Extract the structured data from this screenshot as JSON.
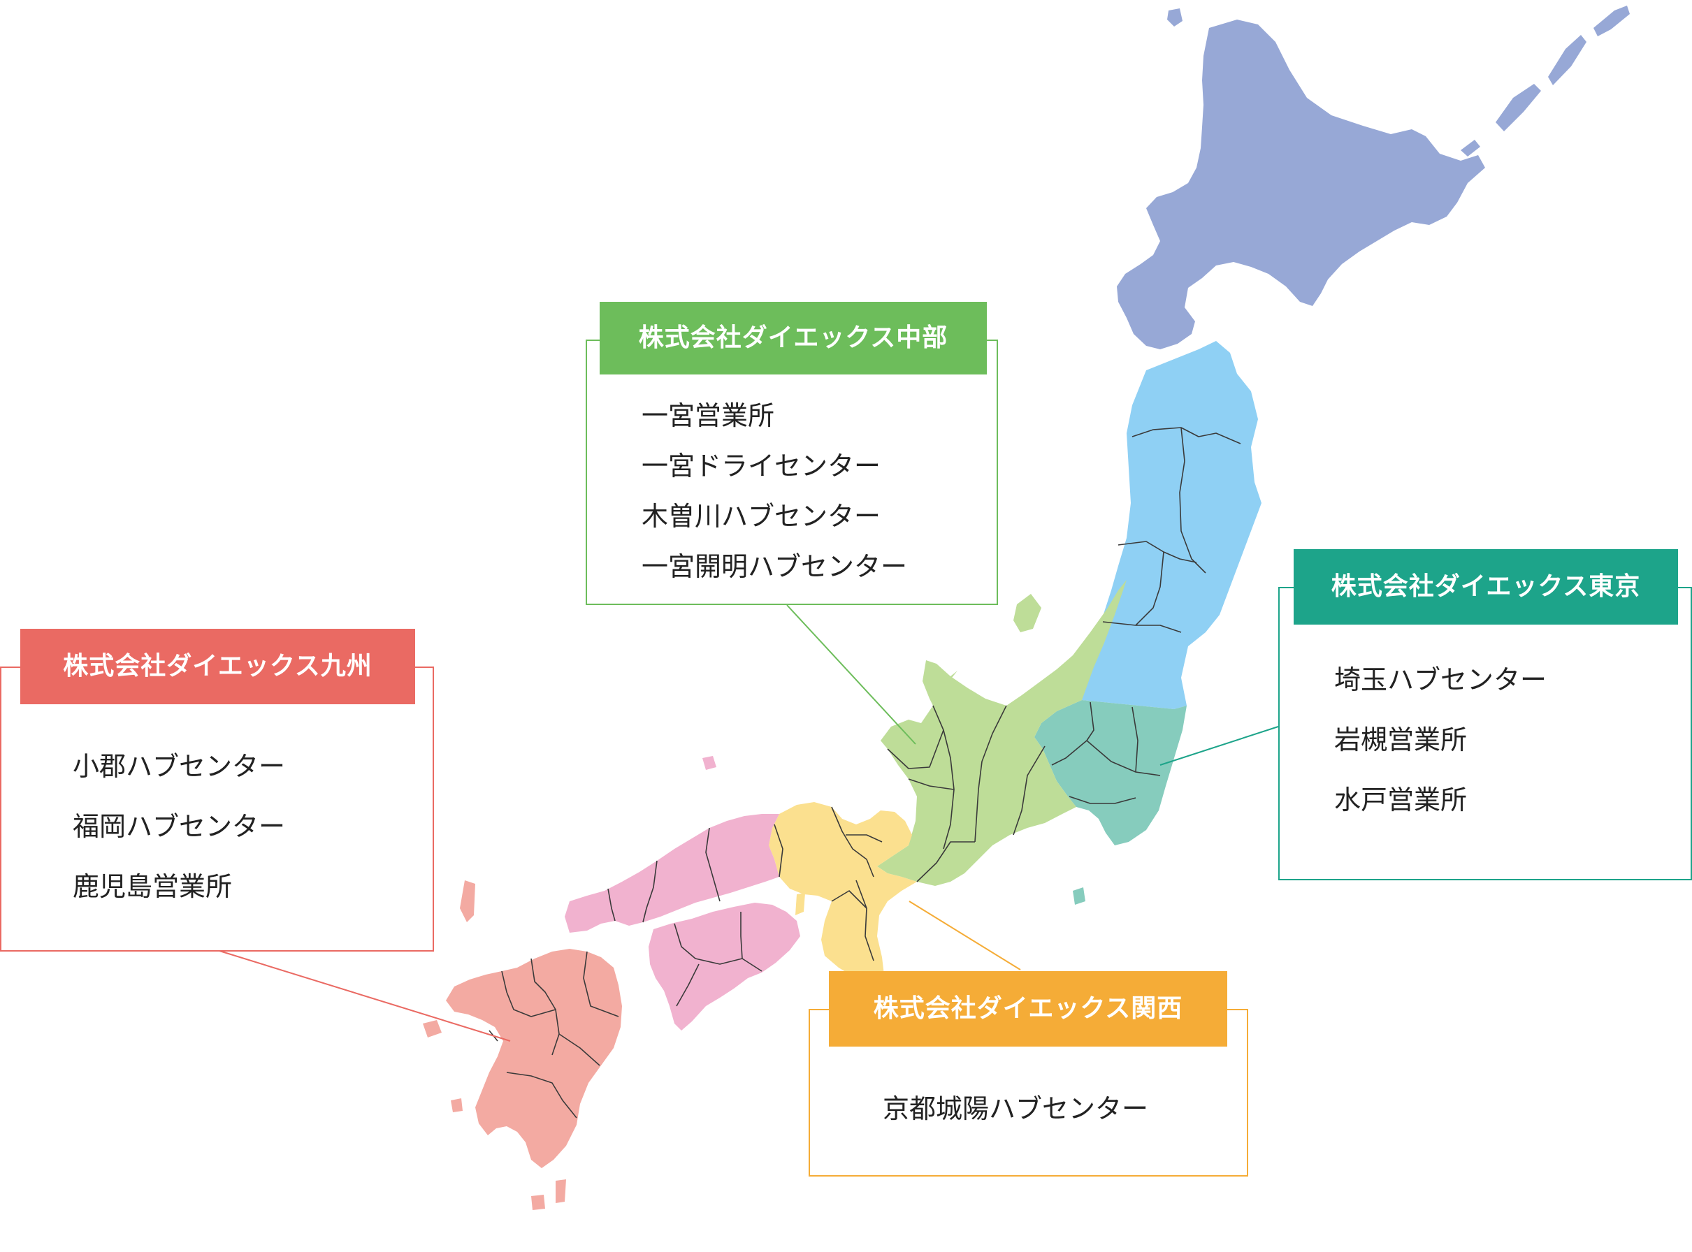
{
  "colors": {
    "hokkaido": "#97a8d6",
    "tohoku": "#8fd0f4",
    "kanto": "#86ccbd",
    "chubu": "#bedd98",
    "kansai": "#fbe08f",
    "chugoku_shikoku": "#f1b2cf",
    "kyushu": "#f3aaa2",
    "chubu_accent": "#6dbd5b",
    "tokyo_accent": "#1da48a",
    "kyushu_accent": "#ea6a63",
    "kansai_accent": "#f5ac37",
    "border_line": "#3a3a3a"
  },
  "offices": {
    "chubu": {
      "name": "株式会社ダイエックス中部",
      "items": [
        "一宮営業所",
        "一宮ドライセンター",
        "木曽川ハブセンター",
        "一宮開明ハブセンター"
      ]
    },
    "tokyo": {
      "name": "株式会社ダイエックス東京",
      "items": [
        "埼玉ハブセンター",
        "岩槻営業所",
        "水戸営業所"
      ]
    },
    "kyushu": {
      "name": "株式会社ダイエックス九州",
      "items": [
        "小郡ハブセンター",
        "福岡ハブセンター",
        "鹿児島営業所"
      ]
    },
    "kansai": {
      "name": "株式会社ダイエックス関西",
      "items": [
        "京都城陽ハブセンター"
      ]
    }
  }
}
